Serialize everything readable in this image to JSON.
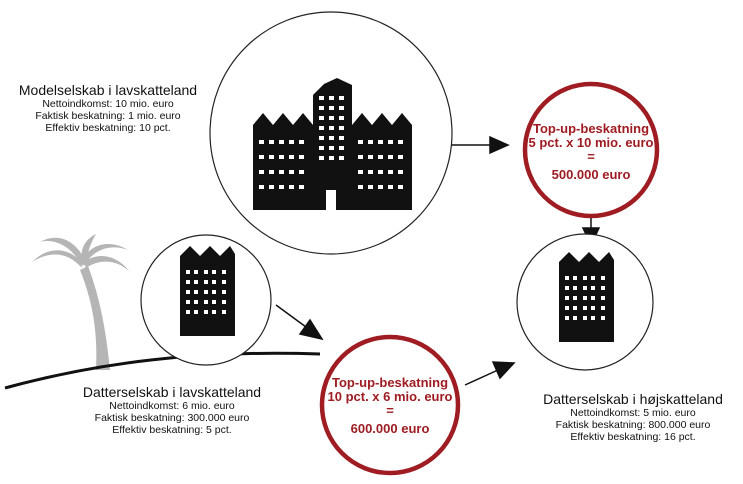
{
  "colors": {
    "accent_red": "#9e1c22",
    "dark": "#111111",
    "palm_gray": "#b5b5b5"
  },
  "parent": {
    "title": "Modelselskab i lavskatteland",
    "lines": [
      "Nettoindkomst: 10 mio. euro",
      "Faktisk beskatning: 1 mio. euro",
      "Effektiv beskatning: 10 pct."
    ]
  },
  "sub_low": {
    "title": "Datterselskab i lavskatteland",
    "lines": [
      "Nettoindkomst: 6 mio. euro",
      "Faktisk beskatning: 300.000 euro",
      "Effektiv beskatning: 5 pct."
    ]
  },
  "sub_high": {
    "title": "Datterselskab i højskatteland",
    "lines": [
      "Nettoindkomst: 5 mio. euro",
      "Faktisk beskatning: 800.000 euro",
      "Effektiv beskatning: 16 pct."
    ]
  },
  "topup_parent": {
    "lines": [
      "Top-up-beskatning",
      "5 pct. x 10 mio. euro",
      "=",
      "500.000 euro"
    ]
  },
  "topup_sub": {
    "lines": [
      "Top-up-beskatning",
      "10 pct. x 6 mio. euro",
      "=",
      "600.000 euro"
    ]
  },
  "icons": [
    "palm-tree-icon",
    "building-icon"
  ]
}
